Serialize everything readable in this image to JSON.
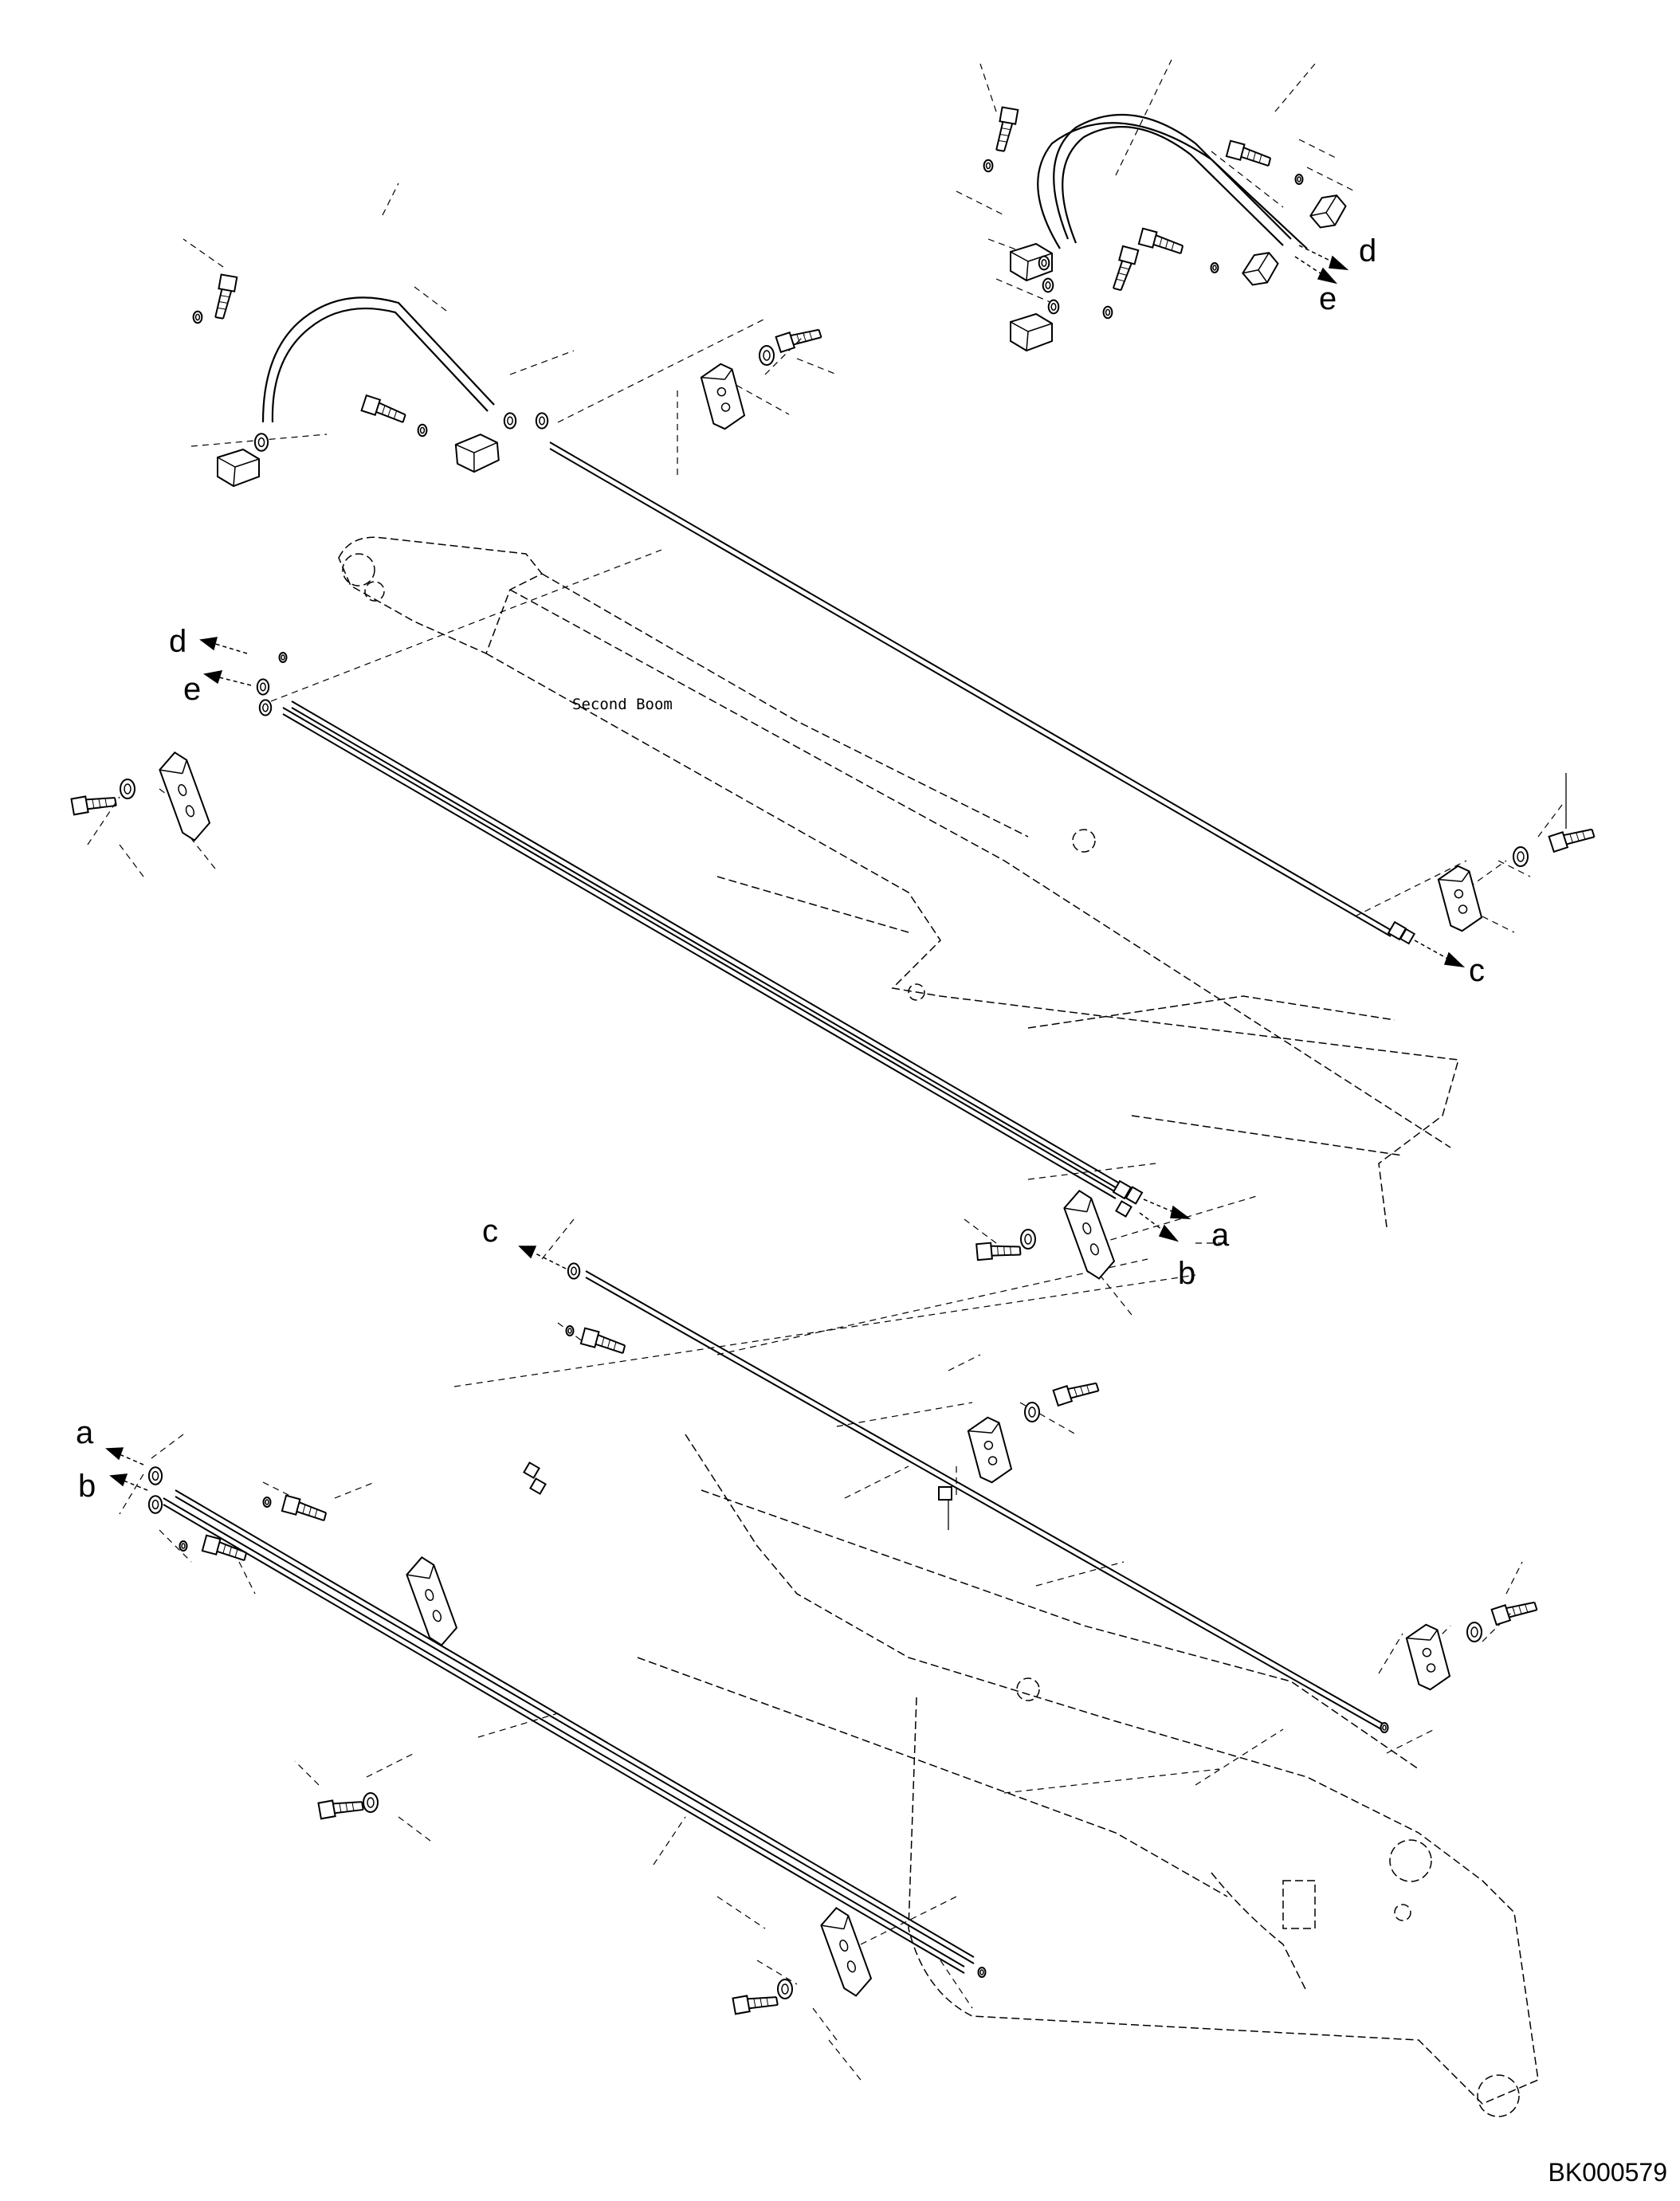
{
  "labels": {
    "second_boom": "Second Boom",
    "drawing_code": "BK000579",
    "a_mid": "a",
    "b_mid": "b",
    "c_top": "c",
    "c_mid": "c",
    "d_top": "d",
    "e_top": "e",
    "d_left": "d",
    "e_left": "e",
    "a_low": "a",
    "b_low": "b"
  },
  "colors": {
    "line": "#000000",
    "background": "#ffffff"
  }
}
